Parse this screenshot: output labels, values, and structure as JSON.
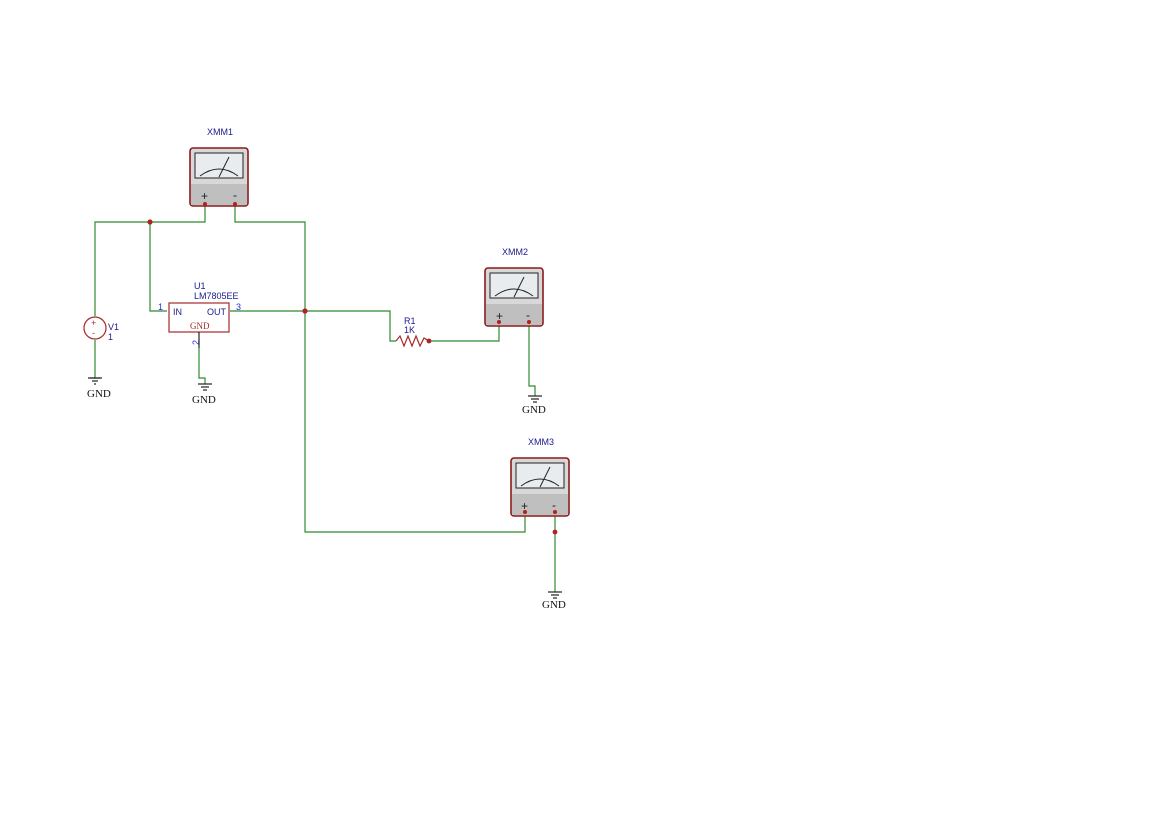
{
  "colors": {
    "wire": "#2e8b2e",
    "component": "#a52a2a",
    "junction": "#b22222",
    "label": "#1a1a8c"
  },
  "meters": [
    {
      "name": "XMM1",
      "plus": "+",
      "minus": "-"
    },
    {
      "name": "XMM2",
      "plus": "+",
      "minus": "-"
    },
    {
      "name": "XMM3",
      "plus": "+",
      "minus": "-"
    }
  ],
  "regulator": {
    "ref": "U1",
    "part": "LM7805EE",
    "pin_in": "IN",
    "pin_out": "OUT",
    "pin_gnd": "GND",
    "pin1": "1",
    "pin2": "2",
    "pin3": "3"
  },
  "source": {
    "ref": "V1",
    "value": "1",
    "plus": "+",
    "minus": "-"
  },
  "resistor": {
    "ref": "R1",
    "value": "1K"
  },
  "grounds": [
    "GND",
    "GND",
    "GND",
    "GND"
  ]
}
